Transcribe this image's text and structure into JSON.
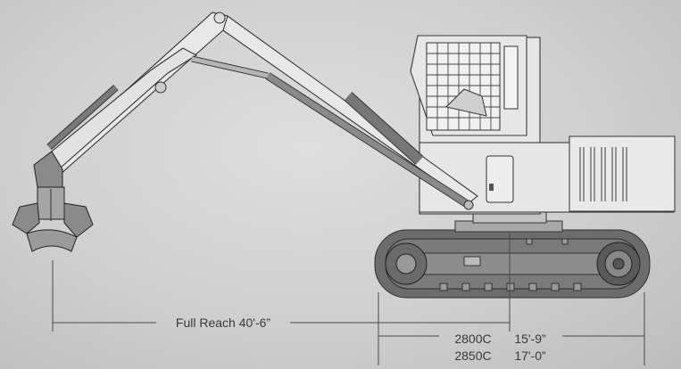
{
  "dimensions": {
    "reach_label": "Full Reach 40'-6”",
    "model_a": "2800C",
    "model_a_width": "15'-9”",
    "model_b": "2850C",
    "model_b_width": "17'-0”"
  }
}
